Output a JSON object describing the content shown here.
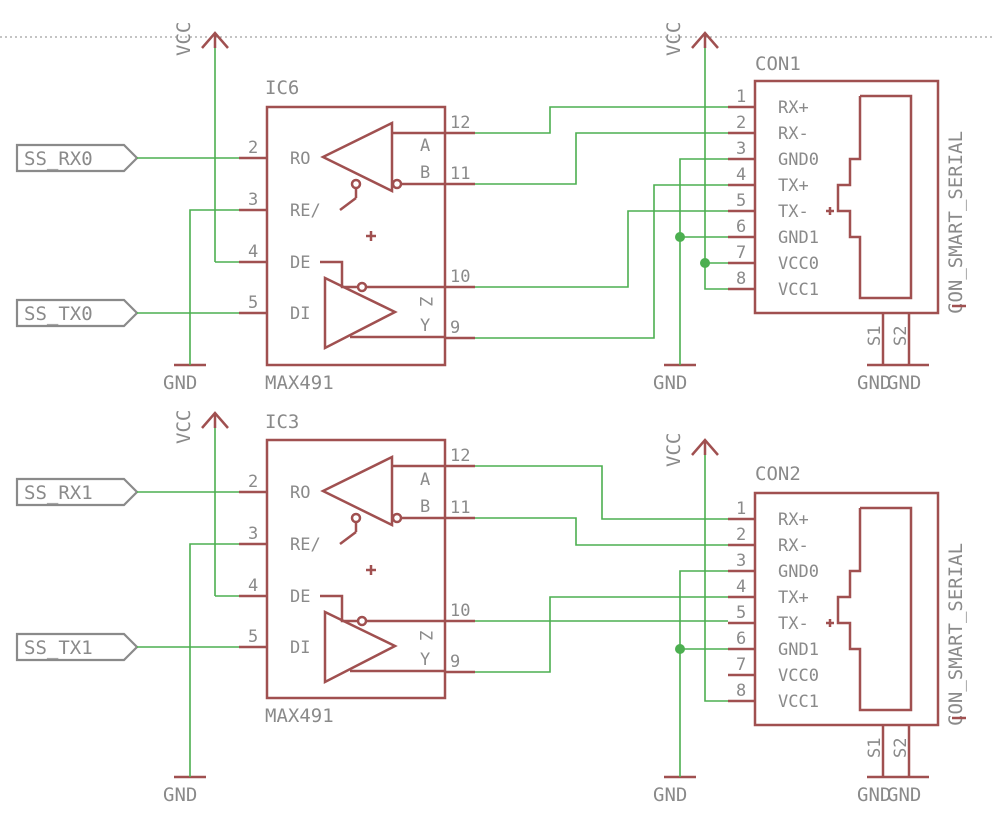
{
  "supply": {
    "vcc": "VCC",
    "gnd": "GND"
  },
  "ic_top": {
    "name": "IC6",
    "part": "MAX491",
    "pins_left": [
      {
        "num": "2",
        "name": "RO"
      },
      {
        "num": "3",
        "name": "RE/"
      },
      {
        "num": "4",
        "name": "DE"
      },
      {
        "num": "5",
        "name": "DI"
      }
    ],
    "pins_right": [
      {
        "num": "12",
        "name": "A"
      },
      {
        "num": "11",
        "name": "B"
      },
      {
        "num": "10",
        "name": "Z"
      },
      {
        "num": "9",
        "name": "Y"
      }
    ]
  },
  "ic_bottom": {
    "name": "IC3",
    "part": "MAX491",
    "pins_left": [
      {
        "num": "2",
        "name": "RO"
      },
      {
        "num": "3",
        "name": "RE/"
      },
      {
        "num": "4",
        "name": "DE"
      },
      {
        "num": "5",
        "name": "DI"
      }
    ],
    "pins_right": [
      {
        "num": "12",
        "name": "A"
      },
      {
        "num": "11",
        "name": "B"
      },
      {
        "num": "10",
        "name": "Z"
      },
      {
        "num": "9",
        "name": "Y"
      }
    ]
  },
  "con_top": {
    "name": "CON1",
    "part": "CON_SMART_SERIAL",
    "pins": [
      {
        "num": "1",
        "name": "RX+"
      },
      {
        "num": "2",
        "name": "RX-"
      },
      {
        "num": "3",
        "name": "GND0"
      },
      {
        "num": "4",
        "name": "TX+"
      },
      {
        "num": "5",
        "name": "TX-"
      },
      {
        "num": "6",
        "name": "GND1"
      },
      {
        "num": "7",
        "name": "VCC0"
      },
      {
        "num": "8",
        "name": "VCC1"
      }
    ],
    "shield": [
      "S1",
      "S2"
    ]
  },
  "con_bottom": {
    "name": "CON2",
    "part": "CON_SMART_SERIAL",
    "pins": [
      {
        "num": "1",
        "name": "RX+"
      },
      {
        "num": "2",
        "name": "RX-"
      },
      {
        "num": "3",
        "name": "GND0"
      },
      {
        "num": "4",
        "name": "TX+"
      },
      {
        "num": "5",
        "name": "TX-"
      },
      {
        "num": "6",
        "name": "GND1"
      },
      {
        "num": "7",
        "name": "VCC0"
      },
      {
        "num": "8",
        "name": "VCC1"
      }
    ],
    "shield": [
      "S1",
      "S2"
    ]
  },
  "ports": {
    "top_rx": "SS_RX0",
    "top_tx": "SS_TX0",
    "bottom_rx": "SS_RX1",
    "bottom_tx": "SS_TX1"
  },
  "colors": {
    "part": "#a05050",
    "wire": "#4caf50",
    "label": "#8a8a8a"
  }
}
